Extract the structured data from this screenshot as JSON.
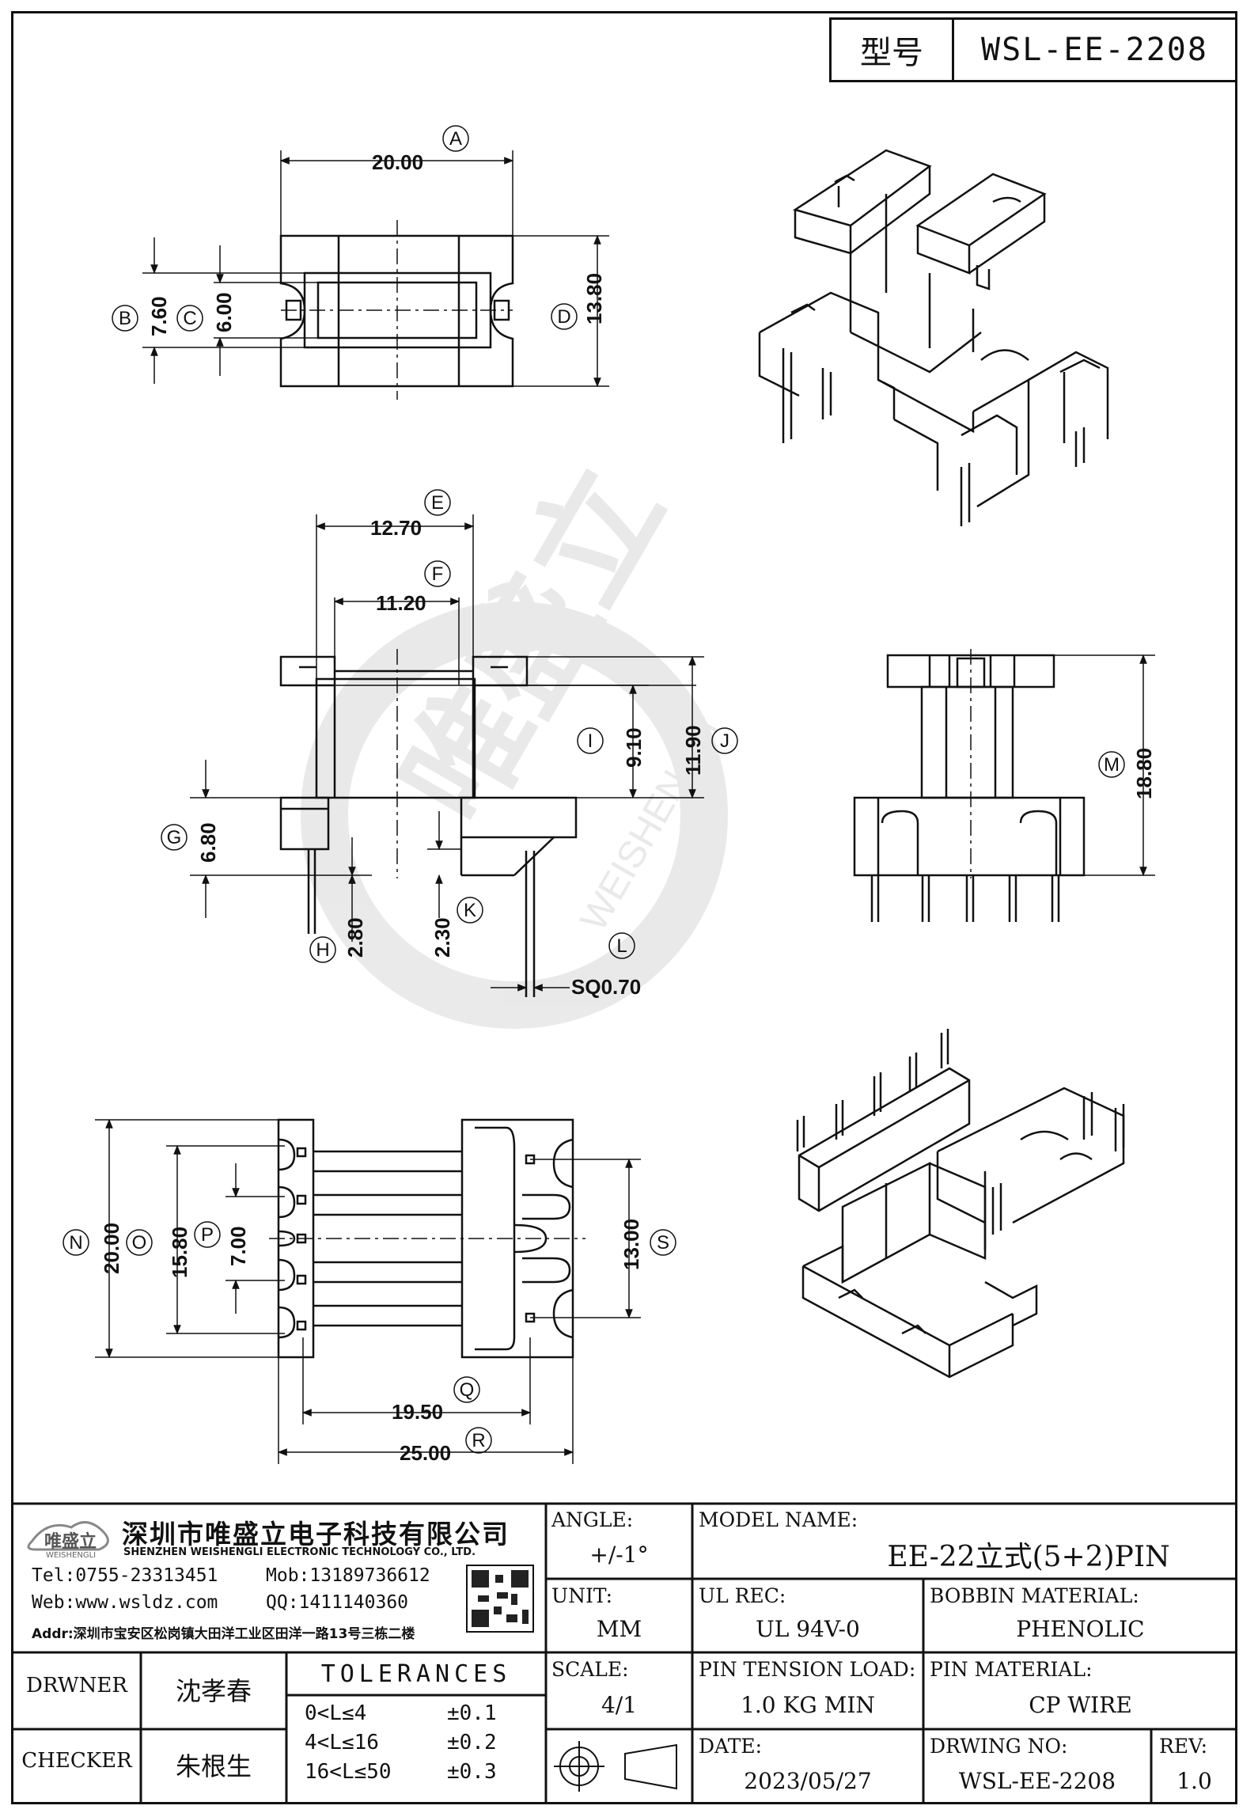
{
  "title_block_top": {
    "label": "型号",
    "model": "WSL-EE-2208"
  },
  "dimensions": {
    "top_view": {
      "A": "20.00",
      "B": "7.60",
      "C": "6.00",
      "D": "13.80"
    },
    "front_view": {
      "E": "12.70",
      "F": "11.20",
      "G": "6.80",
      "H": "2.80",
      "I": "9.10",
      "J": "11.90",
      "K": "2.30",
      "L": "SQ0.70"
    },
    "side_view": {
      "M": "18.80"
    },
    "bottom_view": {
      "N": "20.00",
      "O": "15.80",
      "P": "7.00",
      "Q": "19.50",
      "R": "25.00",
      "S": "13.00"
    },
    "circle_letters": [
      "A",
      "B",
      "C",
      "D",
      "E",
      "F",
      "G",
      "H",
      "I",
      "J",
      "K",
      "L",
      "M",
      "N",
      "O",
      "P",
      "Q",
      "R",
      "S"
    ]
  },
  "watermark": {
    "brand": "唯盛立",
    "latin": "WEISHENGLI"
  },
  "company": {
    "logo_text": "唯盛立",
    "logo_sub": "WEISHENGLI",
    "name_cn": "深圳市唯盛立电子科技有限公司",
    "name_en": "SHENZHEN WEISHENGLI ELECTRONIC TECHNOLOGY CO., LTD.",
    "tel": "Tel:0755-23313451",
    "mob": "Mob:13189736612",
    "web": "Web:www.wsldz.com",
    "qq": "QQ:1411140360",
    "addr": "Addr:深圳市宝安区松岗镇大田洋工业区田洋一路13号三栋二楼"
  },
  "people": {
    "drawer_label": "DRWNER",
    "drawer_name": "沈孝春",
    "checker_label": "CHECKER",
    "checker_name": "朱根生"
  },
  "tolerances": {
    "heading": "TOLERANCES",
    "rows": [
      {
        "range": "0<L≤4",
        "tol": "±0.1"
      },
      {
        "range": "4<L≤16",
        "tol": "±0.2"
      },
      {
        "range": "16<L≤50",
        "tol": "±0.3"
      }
    ]
  },
  "specs": {
    "angle_label": "ANGLE:",
    "angle_value": "+/-1°",
    "unit_label": "UNIT:",
    "unit_value": "MM",
    "scale_label": "SCALE:",
    "scale_value": "4/1",
    "model_name_label": "MODEL NAME:",
    "model_name_value": "EE-22立式(5+2)PIN",
    "ul_label": "UL REC:",
    "ul_value": "UL 94V-0",
    "bobbin_label": "BOBBIN MATERIAL:",
    "bobbin_value": "PHENOLIC",
    "tension_label": "PIN TENSION LOAD:",
    "tension_value": "1.0 KG MIN",
    "pin_material_label": "PIN MATERIAL:",
    "pin_material_value": "CP WIRE",
    "date_label": "DATE:",
    "date_value": "2023/05/27",
    "drawing_no_label": "DRWING NO:",
    "drawing_no_value": "WSL-EE-2208",
    "rev_label": "REV:",
    "rev_value": "1.0"
  }
}
